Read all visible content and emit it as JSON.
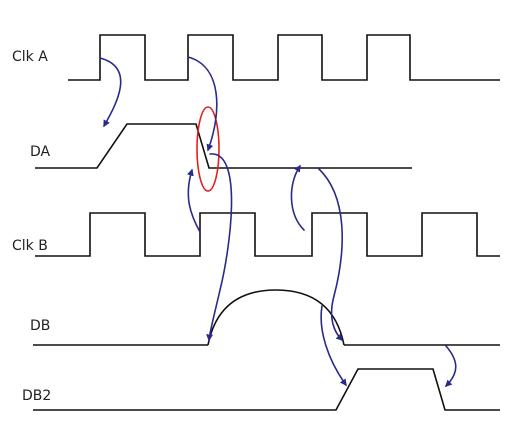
{
  "colors": {
    "waveform": "#111111",
    "arrow": "#2a2a8c",
    "highlight": "#e0211d",
    "label": "#222222"
  },
  "signals": [
    {
      "id": "clk-a",
      "label": "Clk A"
    },
    {
      "id": "da",
      "label": "DA"
    },
    {
      "id": "clk-b",
      "label": "Clk B"
    },
    {
      "id": "db",
      "label": "DB"
    },
    {
      "id": "db2",
      "label": "DB2"
    }
  ]
}
